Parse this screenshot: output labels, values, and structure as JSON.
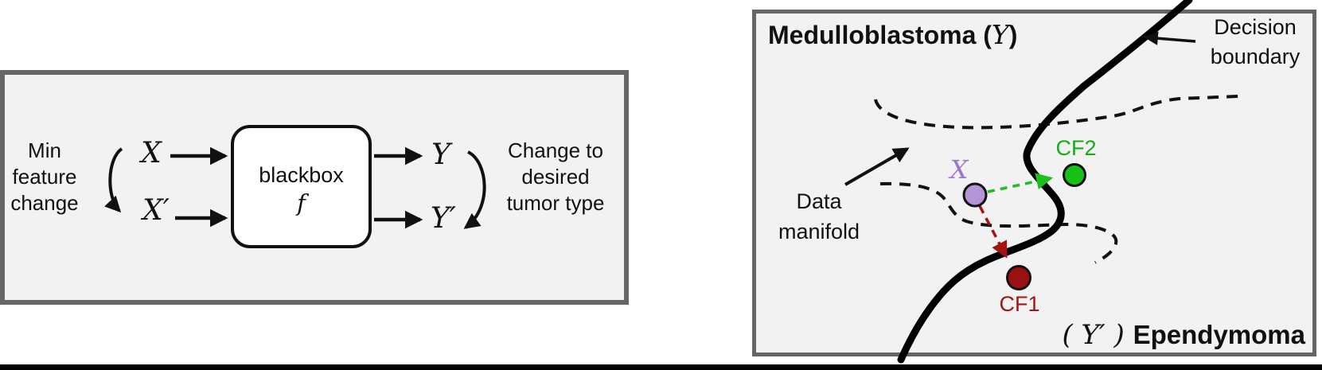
{
  "colors": {
    "panel_bg": "#f2f2f2",
    "panel_border": "#666666",
    "ink": "#111111",
    "purple_text": "#9f75cc",
    "purple_dot_fill": "#b493d6",
    "green_text": "#17ac17",
    "green_dot_fill": "#15c115",
    "green_arrow": "#1fbf1f",
    "red_text": "#a31515",
    "red_dot_fill": "#991111",
    "red_arrow": "#a51212"
  },
  "left_panel": {
    "input_annotation": "Min\nfeature\nchange",
    "input_symbol": "X",
    "input_symbol_prime": "X′",
    "model_label": "blackbox",
    "model_symbol": "f",
    "output_symbol": "Y",
    "output_symbol_prime": "Y′",
    "output_annotation": "Change to\ndesired\ntumor type"
  },
  "right_panel": {
    "top_class": {
      "name": "Medulloblastoma ",
      "open": "(",
      "symbol": "Y",
      "close": ")"
    },
    "decision_boundary_label": "Decision\nboundary",
    "data_manifold_label": "Data\nmanifold",
    "query_symbol": "X",
    "cf2_label": "CF2",
    "cf1_label": "CF1",
    "bottom_class": {
      "open": "( ",
      "symbol": "Y′",
      "close": " ) ",
      "name": "Ependymoma"
    }
  }
}
